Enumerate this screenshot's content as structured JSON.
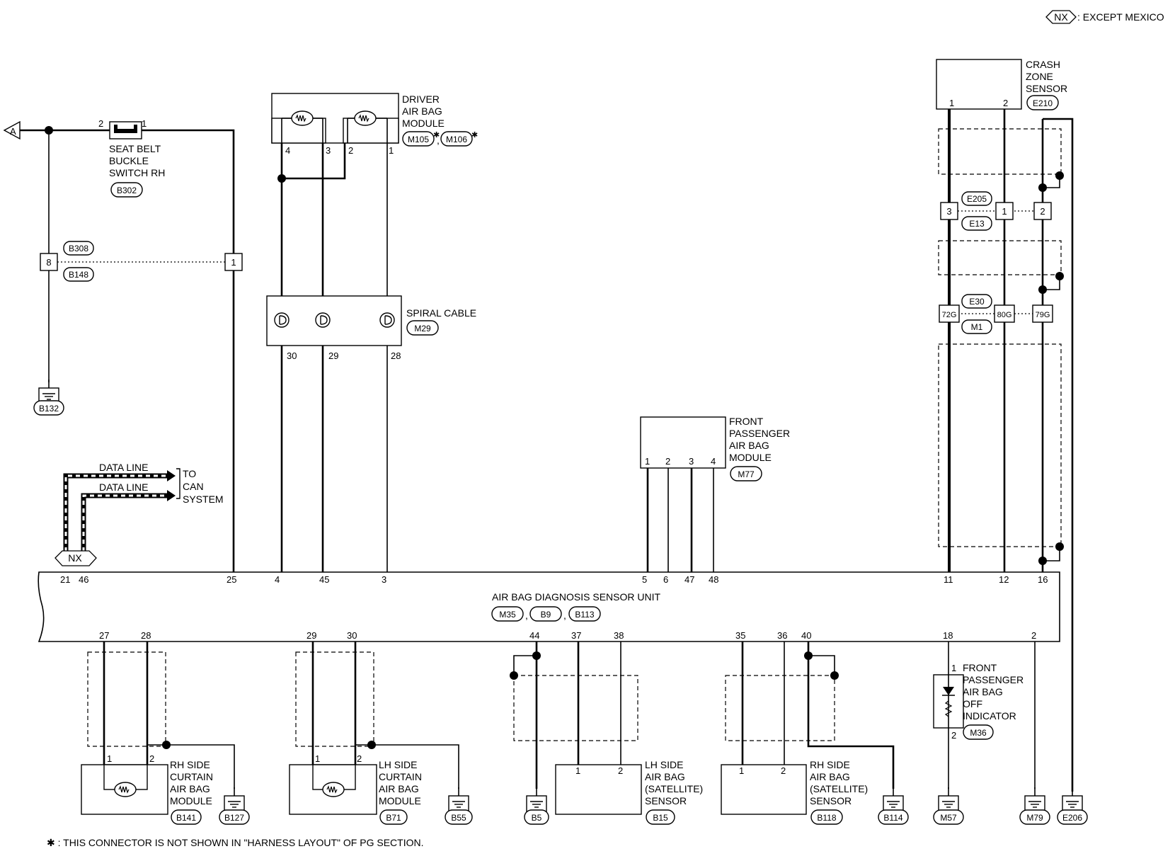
{
  "legend": {
    "nx_symbol": "NX",
    "nx_text": ": EXCEPT MEXICO"
  },
  "footnote": "✱ : THIS CONNECTOR IS NOT SHOWN IN \"HARNESS LAYOUT\" OF PG SECTION.",
  "connector_a": "A",
  "seat_belt": {
    "label": [
      "SEAT BELT",
      "BUCKLE",
      "SWITCH RH"
    ],
    "connector": "B302",
    "pins": [
      "2",
      "1"
    ]
  },
  "joint_b308": {
    "top": "B308",
    "bottom": "B148",
    "pin_left": "8",
    "pin_right": "1"
  },
  "ground_b132": "B132",
  "driver_airbag": {
    "label": [
      "DRIVER",
      "AIR BAG",
      "MODULE"
    ],
    "connectors": [
      "M105",
      "M106"
    ],
    "star": "✱",
    "comma": ",",
    "pins": [
      "4",
      "3",
      "2",
      "1"
    ]
  },
  "spiral_cable": {
    "label": "SPIRAL CABLE",
    "connector": "M29",
    "pins": [
      "30",
      "29",
      "28"
    ]
  },
  "data_line": {
    "label1": "DATA LINE",
    "label2": "DATA LINE",
    "to": [
      "TO",
      "CAN",
      "SYSTEM"
    ],
    "nx": "NX"
  },
  "front_pass_airbag": {
    "label": [
      "FRONT",
      "PASSENGER",
      "AIR BAG",
      "MODULE"
    ],
    "connector": "M77",
    "pins": [
      "1",
      "2",
      "3",
      "4"
    ]
  },
  "crash_zone": {
    "label": [
      "CRASH",
      "ZONE",
      "SENSOR"
    ],
    "connector": "E210",
    "pins": [
      "1",
      "2"
    ],
    "joint1": {
      "top": "E205",
      "bottom": "E13",
      "pins": [
        "3",
        "1",
        "2"
      ]
    },
    "joint2": {
      "top": "E30",
      "bottom": "M1",
      "pins": [
        "72G",
        "80G",
        "79G"
      ]
    }
  },
  "unit": {
    "title": "AIR BAG DIAGNOSIS SENSOR UNIT",
    "connectors": [
      "M35",
      "B9",
      "B113"
    ],
    "comma": ",",
    "top_pins": [
      "21",
      "46",
      "25",
      "4",
      "45",
      "3",
      "5",
      "6",
      "47",
      "48",
      "11",
      "12",
      "16"
    ],
    "bottom_pins": [
      "27",
      "28",
      "29",
      "30",
      "44",
      "37",
      "38",
      "35",
      "36",
      "40",
      "18",
      "2"
    ]
  },
  "rh_curtain": {
    "label": [
      "RH SIDE",
      "CURTAIN",
      "AIR BAG",
      "MODULE"
    ],
    "connector": "B141",
    "pins": [
      "1",
      "2"
    ],
    "ground": "B127"
  },
  "lh_curtain": {
    "label": [
      "LH SIDE",
      "CURTAIN",
      "AIR BAG",
      "MODULE"
    ],
    "connector": "B71",
    "pins": [
      "1",
      "2"
    ],
    "ground": "B55"
  },
  "ground_b5": "B5",
  "lh_satellite": {
    "label": [
      "LH SIDE",
      "AIR BAG",
      "(SATELLITE)",
      "SENSOR"
    ],
    "connector": "B15",
    "pins": [
      "1",
      "2"
    ]
  },
  "rh_satellite": {
    "label": [
      "RH SIDE",
      "AIR BAG",
      "(SATELLITE)",
      "SENSOR"
    ],
    "connector": "B118",
    "pins": [
      "1",
      "2"
    ],
    "ground": "B114"
  },
  "off_indicator": {
    "label": [
      "FRONT",
      "PASSENGER",
      "AIR BAG",
      "OFF",
      "INDICATOR"
    ],
    "connector": "M36",
    "pins": [
      "1",
      "2"
    ],
    "ground": "M57"
  },
  "ground_m79": "M79",
  "ground_e206": "E206"
}
